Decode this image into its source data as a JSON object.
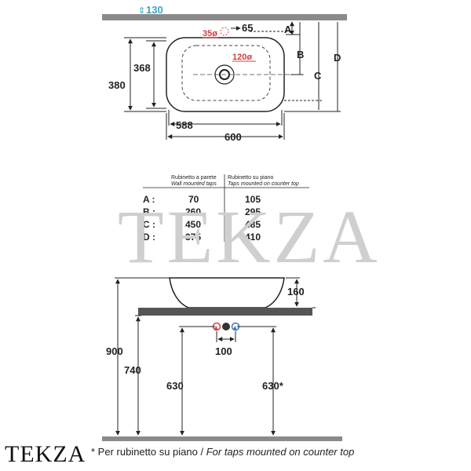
{
  "top_view": {
    "overflow_label": "130",
    "dim_65": "65",
    "dim_35": "35ø",
    "dim_120": "120ø",
    "dim_368": "368",
    "dim_380": "380",
    "dim_588": "588",
    "dim_600": "600",
    "label_a": "A",
    "label_b": "B",
    "label_c": "C",
    "label_d": "D"
  },
  "table": {
    "head_col1_it": "Rubinetto a parete",
    "head_col1_en": "Wall mounted taps",
    "head_col2_it": "Rubinetto su piano",
    "head_col2_en": "Taps mounted on counter top",
    "rows": [
      {
        "label": "A :",
        "wall": "70",
        "counter": "105"
      },
      {
        "label": "B :",
        "wall": "260",
        "counter": "295"
      },
      {
        "label": "C :",
        "wall": "450",
        "counter": "485"
      },
      {
        "label": "D :",
        "wall": "375",
        "counter": "410"
      }
    ]
  },
  "side_view": {
    "dim_160": "160",
    "dim_900": "900",
    "dim_740": "740",
    "dim_100": "100",
    "dim_630_left": "630",
    "dim_630_right": "630*"
  },
  "watermark": "TEKZA",
  "logo": "TEKZA",
  "footnote": {
    "plain": "* Per rubinetto su piano / ",
    "italic": "For taps mounted on counter top"
  },
  "colors": {
    "wall": "#8a8a8a",
    "red": "#d04040",
    "blue": "#3a78c0",
    "cyan": "#3aa6c0"
  }
}
